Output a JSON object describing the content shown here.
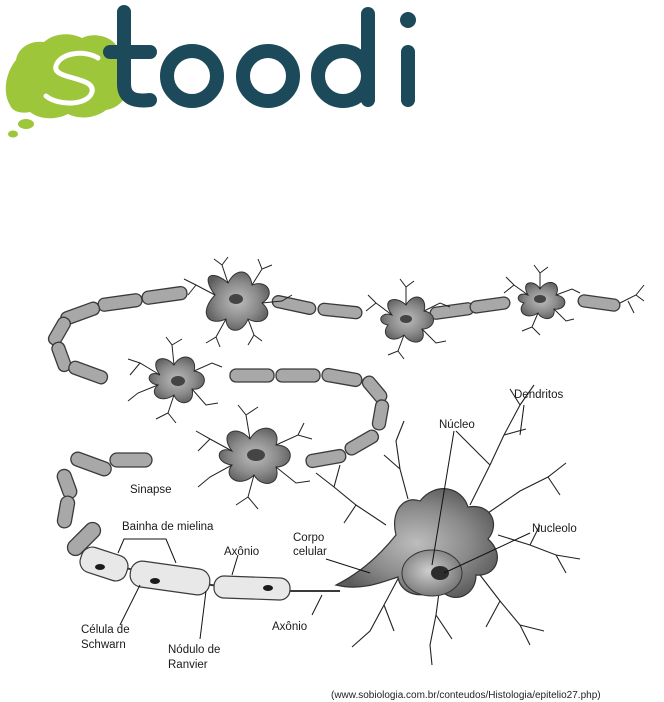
{
  "logo": {
    "brand_text": "toodi",
    "colors": {
      "brain": "#9dc63b",
      "text": "#1c4a5a"
    }
  },
  "diagram": {
    "labels": {
      "dendritos": "Dendritos",
      "nucleo": "Núcleo",
      "nucleolo": "Nucleolo",
      "sinapse": "Sinapse",
      "bainha_line1": "Bainha de mielina",
      "corpo_line1": "Corpo",
      "corpo_line2": "celular",
      "axonio_upper": "Axônio",
      "axonio_lower": "Axônio",
      "celula_line1": "Célula de",
      "celula_line2": "Schwarn",
      "nodulo_line1": "Nódulo de",
      "nodulo_line2": "Ranvier"
    },
    "source": "(www.sobiologia.com.br/conteudos/Histologia/epitelio27.php)"
  }
}
